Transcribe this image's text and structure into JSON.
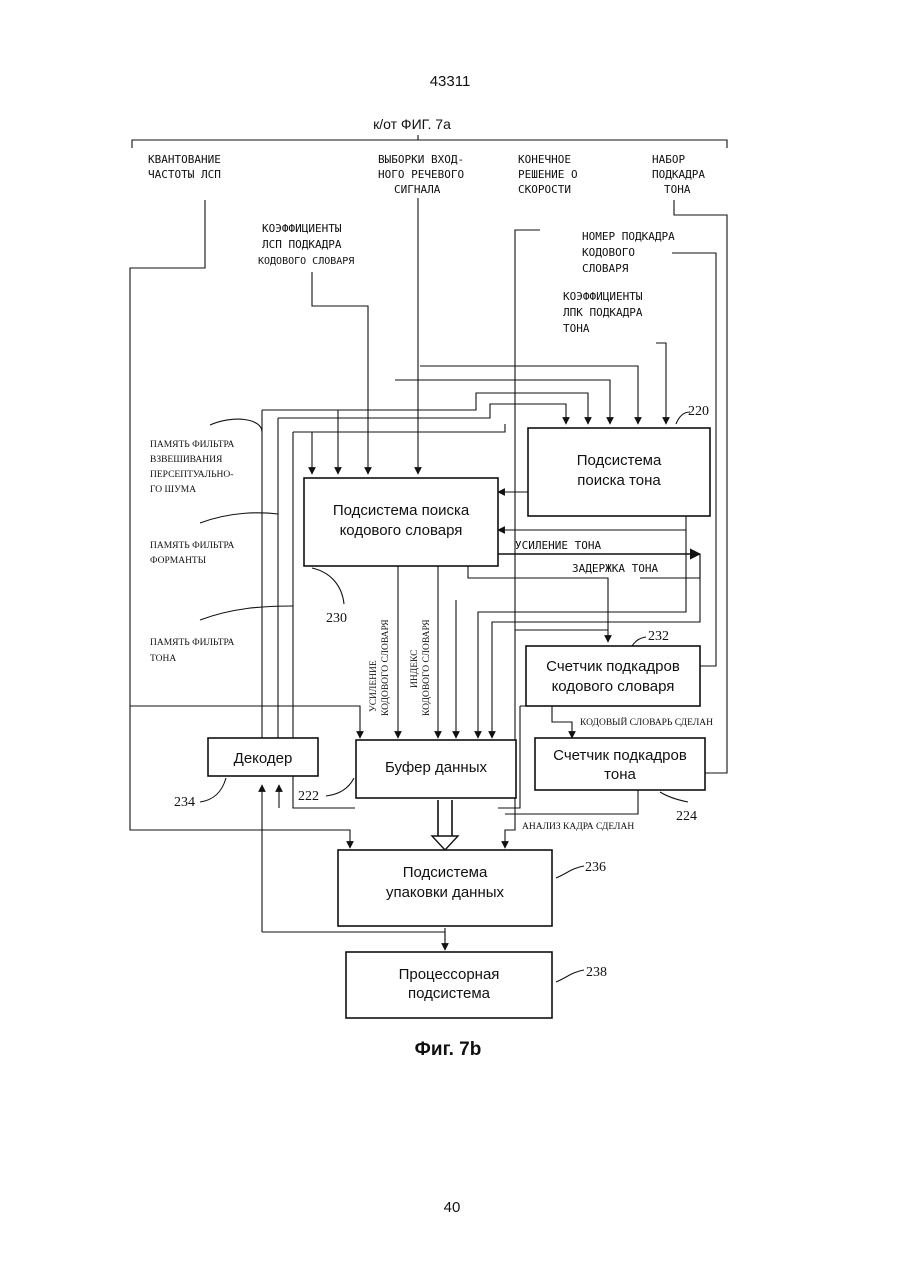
{
  "page": {
    "header_number": "43311",
    "footer_number": "40",
    "figure_caption": "Фиг. 7b"
  },
  "top_bus": {
    "label": "к/от ФИГ. 7а"
  },
  "inputs": {
    "lsp_quant": [
      "КВАНТОВАНИЕ",
      "ЧАСТОТЫ ЛСП"
    ],
    "input_samples": [
      "ВЫБОРКИ ВХОД-",
      "НОГО РЕЧЕВОГО",
      "СИГНАЛА"
    ],
    "rate_decision": [
      "КОНЕЧНОЕ",
      "РЕШЕНИЕ О",
      "СКОРОСТИ"
    ],
    "pitch_subframe_set": [
      "НАБОР",
      "ПОДКАДРА",
      "ТОНА"
    ],
    "codebook_lsp_coeffs": [
      "КОЭФФИЦИЕНТЫ",
      "ЛСП ПОДКАДРА",
      "КОДОВОГО СЛОВАРЯ"
    ],
    "codebook_subframe_number": [
      "НОМЕР ПОДКАДРА",
      "КОДОВОГО",
      "СЛОВАРЯ"
    ],
    "pitch_lpc_coeffs": [
      "КОЭФФИЦИЕНТЫ",
      "ЛПК ПОДКАДРА",
      "ТОНА"
    ]
  },
  "memories": {
    "perceptual_filter": [
      "ПАМЯТЬ ФИЛЬТРА",
      "ВЗВЕШИВАНИЯ",
      "ПЕРСЕПТУАЛЬНО-",
      "ГО ШУМА"
    ],
    "formant_filter": [
      "ПАМЯТЬ ФИЛЬТРА",
      "ФОРМАНТЫ"
    ],
    "pitch_filter": [
      "ПАМЯТЬ ФИЛЬТРА",
      "ТОНА"
    ]
  },
  "blocks": {
    "pitch_search": {
      "lines": [
        "Подсистема",
        "поиска тона"
      ],
      "ref": "220"
    },
    "codebook_search": {
      "lines": [
        "Подсистема поиска",
        "кодового словаря"
      ],
      "ref": "230"
    },
    "codebook_counter": {
      "lines": [
        "Счетчик подкадров",
        "кодового словаря"
      ],
      "ref": "232"
    },
    "pitch_counter": {
      "lines": [
        "Счетчик подкадров",
        "тона"
      ],
      "ref": "224"
    },
    "decoder": {
      "lines": [
        "Декодер"
      ],
      "ref": "234"
    },
    "data_buffer": {
      "lines": [
        "Буфер данных"
      ],
      "ref": "222"
    },
    "packing": {
      "lines": [
        "Подсистема",
        "упаковки данных"
      ],
      "ref": "236"
    },
    "processor": {
      "lines": [
        "Процессорная",
        "подсистема"
      ],
      "ref": "238"
    }
  },
  "signals": {
    "pitch_gain": "УСИЛЕНИЕ ТОНА",
    "pitch_lag": "ЗАДЕРЖКА ТОНА",
    "codebook_gain": [
      "УСИЛЕНИЕ",
      "КОДОВОГО СЛОВАРЯ"
    ],
    "codebook_index": [
      "ИНДЕКС",
      "КОДОВОГО СЛОВАРЯ"
    ],
    "codebook_done": "КОДОВЫЙ СЛОВАРЬ СДЕЛАН",
    "frame_analysis_done": "АНАЛИЗ КАДРА СДЕЛАН"
  }
}
